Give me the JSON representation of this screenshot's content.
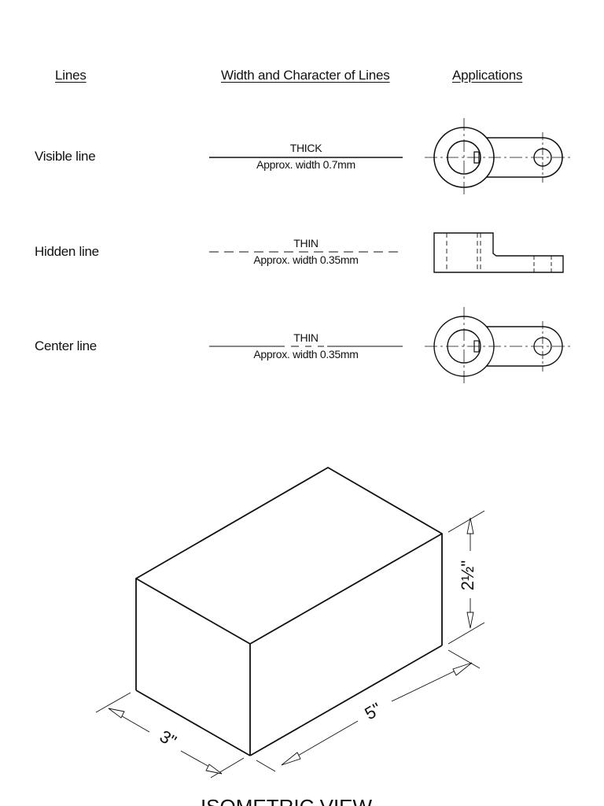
{
  "headers": {
    "lines": "Lines",
    "width_character": "Width and Character of Lines",
    "applications": "Applications"
  },
  "rows": [
    {
      "name": "Visible line",
      "weight": "THICK",
      "width": "Approx. width 0.7mm",
      "style": "solid"
    },
    {
      "name": "Hidden line",
      "weight": "THIN",
      "width": "Approx. width 0.35mm",
      "style": "dashed"
    },
    {
      "name": "Center line",
      "weight": "THIN",
      "width": "Approx. width 0.35mm",
      "style": "center"
    }
  ],
  "isometric": {
    "dim_height": "2½\"",
    "dim_length": "5\"",
    "dim_width": "3\"",
    "caption": "ISOMETRIC VIEW"
  }
}
